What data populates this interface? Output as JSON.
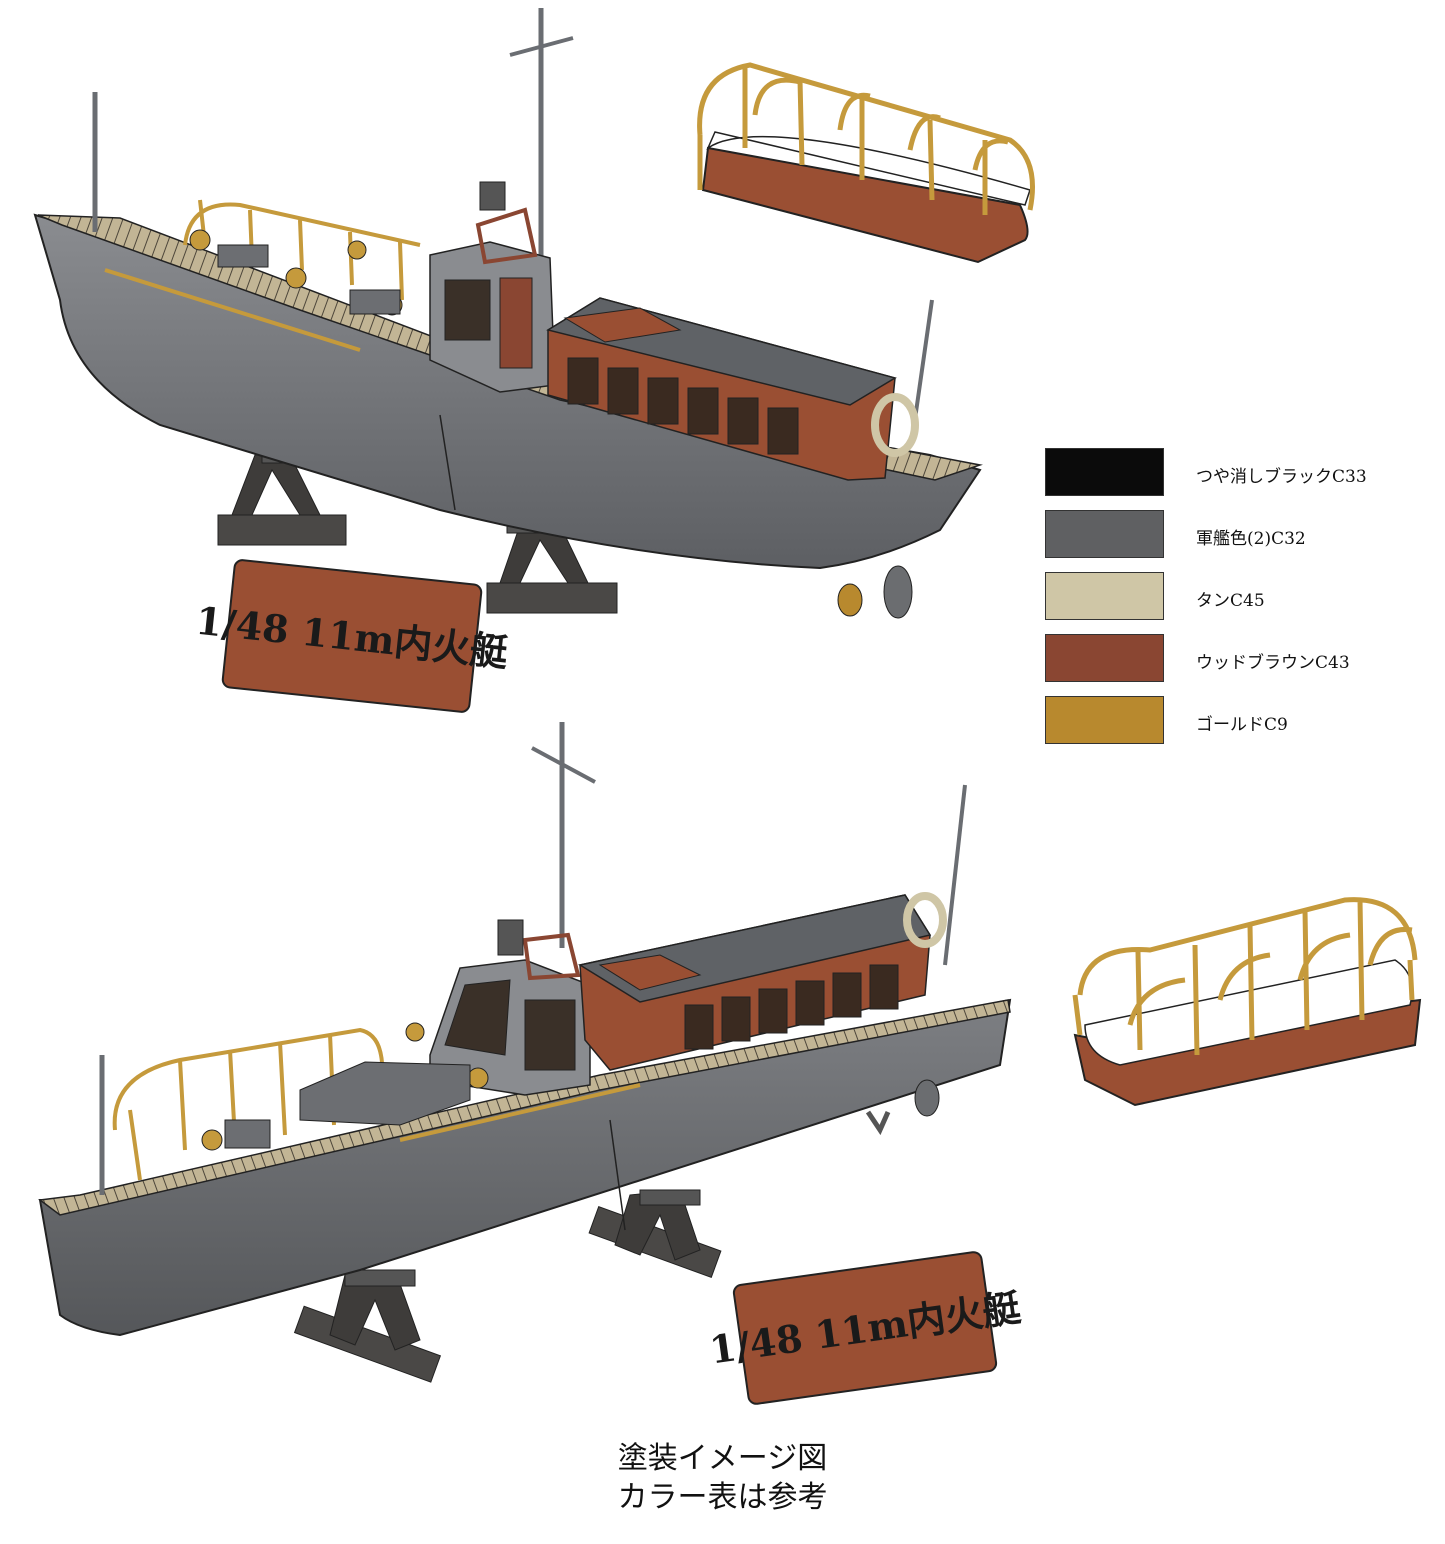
{
  "plaques": {
    "top": "1/48 11m内火艇",
    "bottom": "1/48 11m内火艇"
  },
  "legend": [
    {
      "label": "つや消しブラックC33",
      "color": "#0b0b0b"
    },
    {
      "label": "軍艦色(2)C32",
      "color": "#5f6062"
    },
    {
      "label": "タンC45",
      "color": "#cfc6a6"
    },
    {
      "label": "ウッドブラウンC43",
      "color": "#8a4632"
    },
    {
      "label": "ゴールドC9",
      "color": "#b8892e"
    }
  ],
  "caption": {
    "line1": "塗装イメージ図",
    "line2": "カラー表は参考"
  },
  "colors": {
    "hull": "#7b7d80",
    "hull_dark": "#5a5c5f",
    "deck": "#b9ab8c",
    "wood": "#9a4f33",
    "gold": "#c59a3c",
    "stand": "#474543"
  }
}
